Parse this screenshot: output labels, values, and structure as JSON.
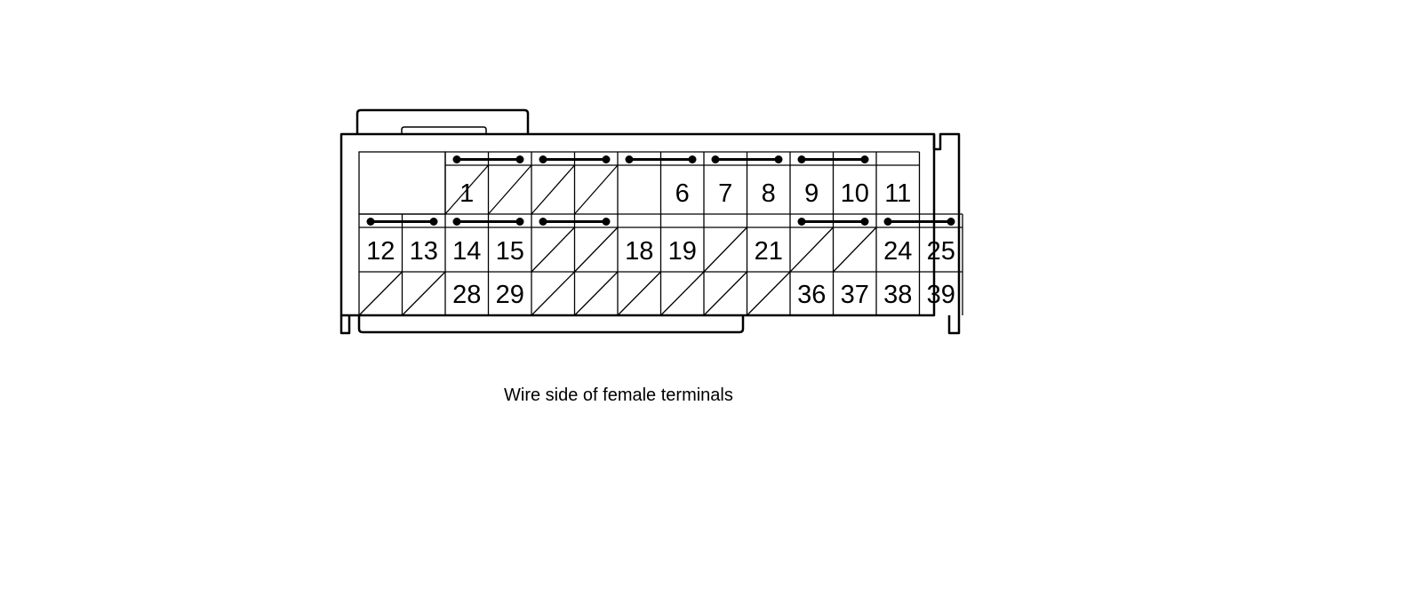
{
  "diagram": {
    "caption": "Wire side of female terminals",
    "rows": [
      {
        "row": "top",
        "terminals": [
          "",
          "",
          "1",
          "",
          "",
          "",
          "",
          "6",
          "7",
          "8",
          "9",
          "10",
          "11"
        ],
        "unused": [
          3,
          4,
          5,
          6
        ],
        "shorting_bars": [
          [
            3,
            4
          ],
          [
            5,
            6
          ],
          [
            7,
            8
          ],
          [
            9,
            10
          ],
          [
            11,
            12
          ]
        ]
      },
      {
        "row": "middle",
        "terminals": [
          "12",
          "13",
          "14",
          "15",
          "",
          "",
          "18",
          "19",
          "",
          "21",
          "",
          "",
          "24",
          "25"
        ],
        "unused": [
          5,
          6,
          9,
          11,
          12
        ],
        "shorting_bars": [
          [
            1,
            2
          ],
          [
            3,
            4
          ],
          [
            5,
            6
          ],
          [
            11,
            12
          ],
          [
            13,
            14
          ]
        ]
      },
      {
        "row": "bottom",
        "terminals": [
          "",
          "",
          "28",
          "29",
          "",
          "",
          "",
          "",
          "",
          "",
          "36",
          "37",
          "38",
          "39"
        ],
        "unused": [
          1,
          2,
          5,
          6,
          7,
          8,
          9,
          10
        ]
      }
    ]
  }
}
